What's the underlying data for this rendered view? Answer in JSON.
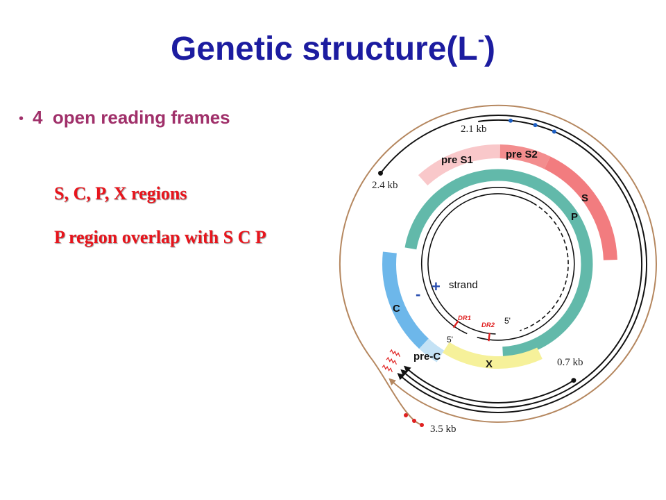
{
  "slide": {
    "title": {
      "main": "Genetic structure(L",
      "superscript": "-",
      "closing": ")"
    },
    "bullet": {
      "marker": "•",
      "text": "4  open reading frames"
    },
    "notes": [
      "S, C, P, X regions",
      "P region overlap with S C P"
    ]
  },
  "diagram": {
    "transcripts": {
      "kb_3_5": "3.5 kb",
      "kb_2_4": "2.4 kb",
      "kb_2_1": "2.1 kb",
      "kb_0_7": "0.7 kb"
    },
    "orfs": {
      "pre_s1": "pre S1",
      "pre_s2": "pre S2",
      "s": "S",
      "p": "P",
      "c": "C",
      "pre_c": "pre-C",
      "x": "X"
    },
    "strands": {
      "plus": "+",
      "minus": "-",
      "label": "strand"
    },
    "direct_repeats": {
      "dr1": "DR1",
      "dr2": "DR2"
    },
    "five_prime": "5'"
  },
  "colors": {
    "title": "#1c1ca0",
    "bullet": "#a0306a",
    "notes": "#e8141c",
    "pre_s1": "#f9c8ca",
    "pre_s2": "#f38d8e",
    "s": "#f27c7f",
    "p": "#62b9aa",
    "c": "#6db7ea",
    "pre_c": "#c4e2f5",
    "x": "#f6f19a",
    "rna_3_5kb": "#b5875f",
    "rna_subgenomic": "#111111",
    "strand_sign": "#2b4fb0",
    "repeats": "#e02020",
    "marker_dots": "#1d5fc4"
  }
}
